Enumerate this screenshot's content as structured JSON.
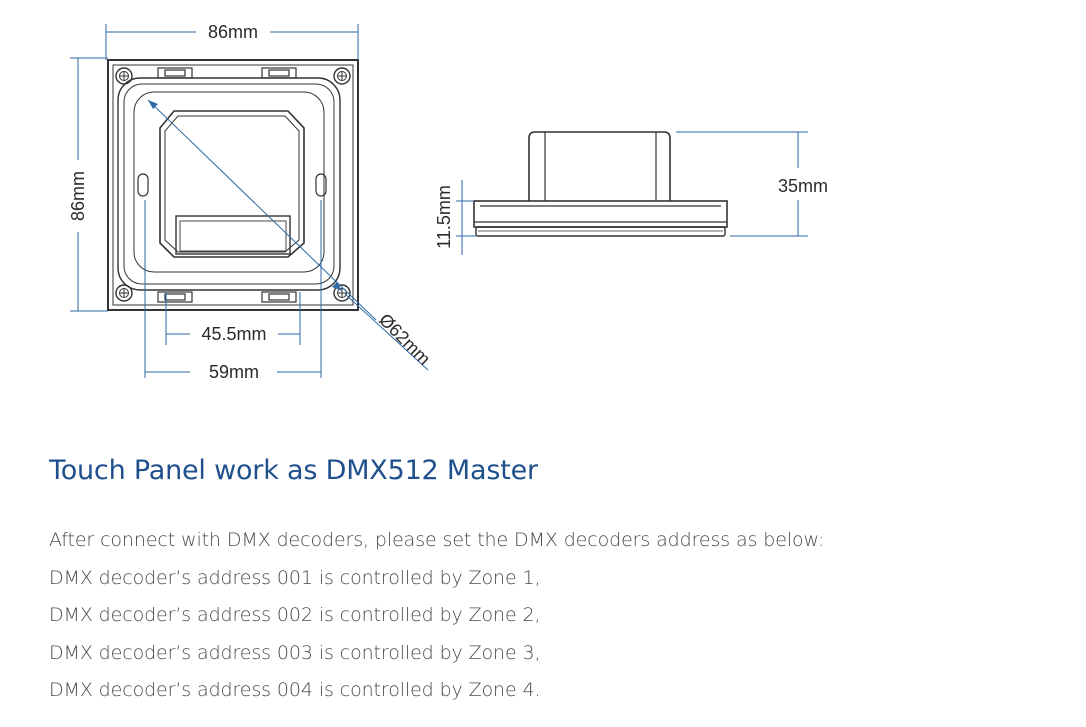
{
  "drawing": {
    "front_width": "86mm",
    "front_height": "86mm",
    "inner_width_small": "45.5mm",
    "inner_width_large": "59mm",
    "diameter": "Ø62mm",
    "side_depth_small": "11.5mm",
    "side_depth_total": "35mm"
  },
  "section": {
    "title": "Touch Panel work as DMX512 Master",
    "lines": [
      "After connect with DMX decoders, please set the DMX decoders address as below:",
      "DMX decoder’s address 001 is controlled by Zone 1,",
      "DMX decoder’s address 002 is controlled by Zone 2,",
      "DMX decoder’s address 003 is controlled by Zone 3,",
      "DMX decoder’s address 004 is controlled by Zone 4."
    ]
  },
  "colors": {
    "heading": "#1f4f8c",
    "dimension_line": "#2e6aa6",
    "outline": "#333333"
  }
}
